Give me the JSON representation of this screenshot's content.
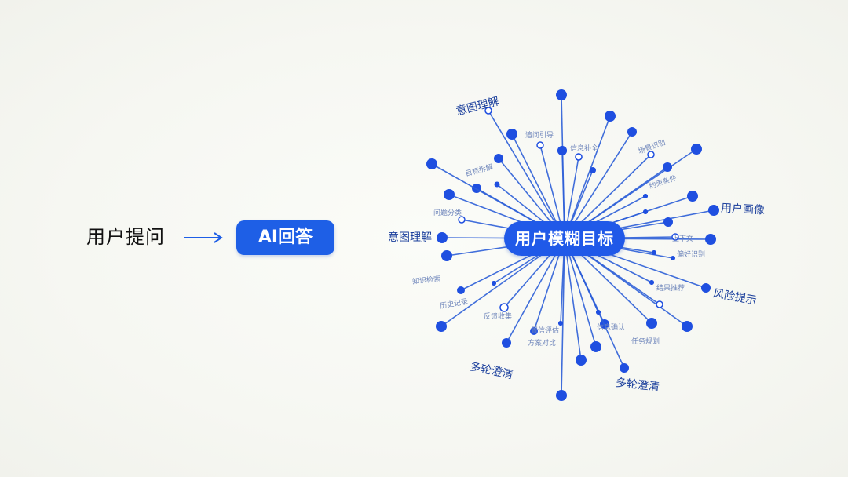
{
  "flow": {
    "question_label": "用户提问",
    "answer_label": "AI回答"
  },
  "hub": {
    "center_label": "用户模糊目标",
    "big_labels": [
      "意图理解",
      "用户画像",
      "意图理解",
      "风险提示",
      "多轮澄清",
      "多轮澄清"
    ],
    "small_labels": [
      "追问引导",
      "信息补全",
      "场景识别",
      "目标拆解",
      "约束条件",
      "问题分类",
      "上下文",
      "偏好识别",
      "知识检索",
      "结果推荐",
      "反馈收集",
      "置信评估",
      "方案对比",
      "信息确认",
      "任务规划",
      "历史记录"
    ]
  },
  "colors": {
    "accent": "#1e5fe6",
    "line": "#2d5fd8",
    "node": "#1f4fe0",
    "text": "#111111"
  }
}
